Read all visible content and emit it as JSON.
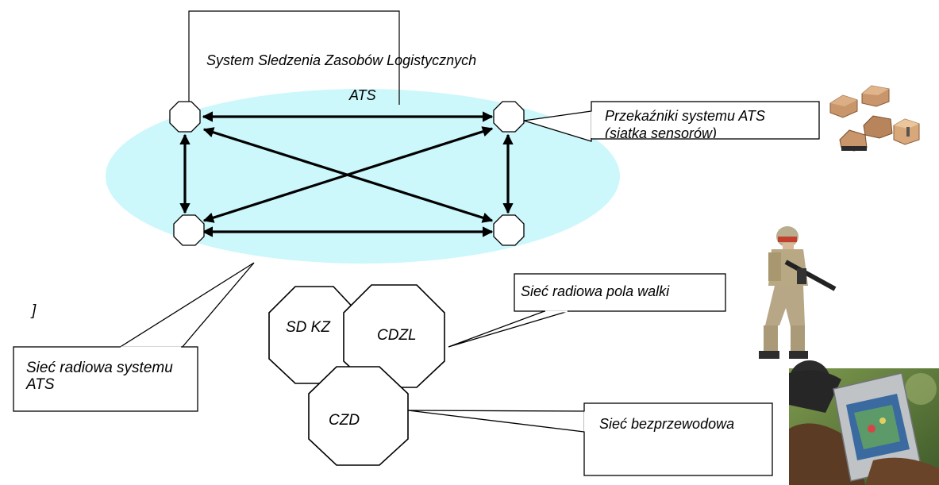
{
  "title_box": {
    "line1": "System Sledzenia Zasobów Logistycznych",
    "line2": "ATS"
  },
  "relays_callout": {
    "line1": "Przekaźniki systemu ATS",
    "line2": "(siatka sensorów)"
  },
  "radio_callout": {
    "line1": "Sieć radiowa systemu",
    "line2": "ATS"
  },
  "battlefield_callout": "Sieć radiowa pola walki",
  "wireless_callout": "Sieć bezprzewodowa",
  "stray_mark": "]",
  "clusters": [
    {
      "label": "SD KZ"
    },
    {
      "label": "CDZL"
    },
    {
      "label": "CZD"
    }
  ],
  "colors": {
    "network_ellipse": "#ccf7fb",
    "sensor_boxes": "#c9956a"
  },
  "images": [
    "sensor-devices-photo",
    "soldier-photo",
    "handheld-device-photo"
  ]
}
